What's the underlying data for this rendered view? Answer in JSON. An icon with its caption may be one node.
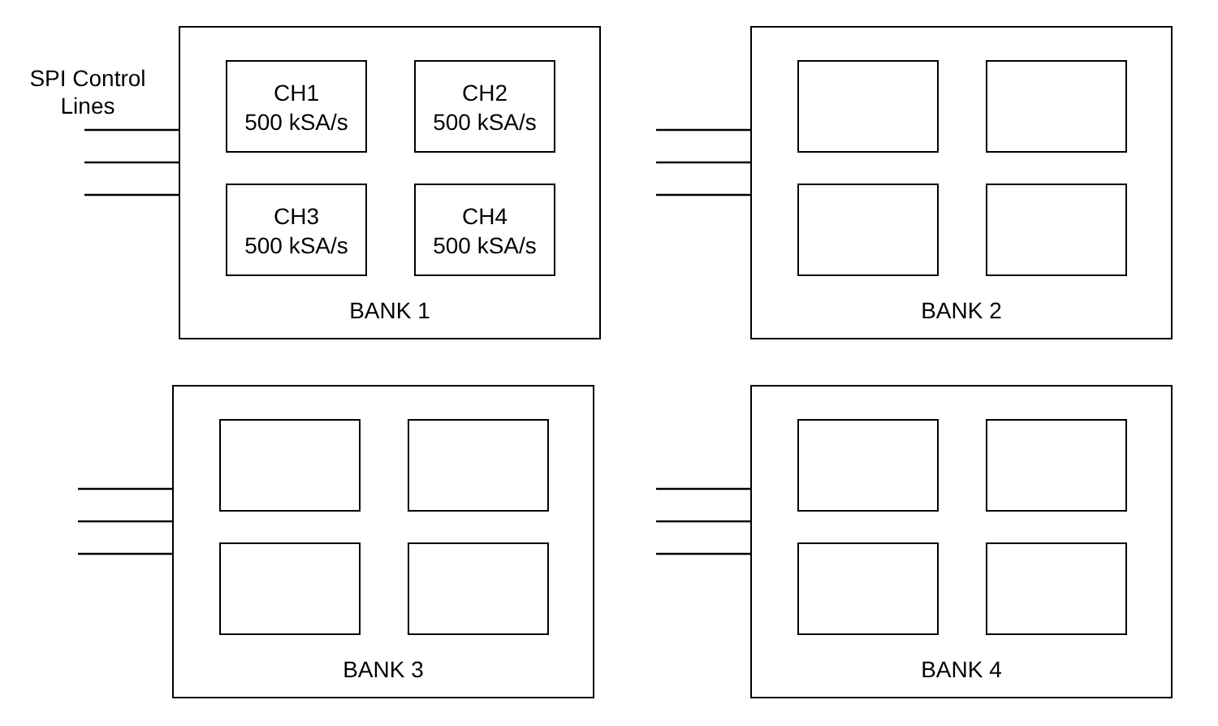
{
  "diagram": {
    "nodes": [
      {
        "text": [
          "BANK 1"
        ]
      },
      {
        "text": [
          "CH1",
          "500 kSA/s"
        ],
        "in": 0
      },
      {
        "text": [
          "CH2",
          "500 kSA/s"
        ],
        "in": 0
      },
      {
        "text": [
          "CH3",
          "500 kSA/s"
        ],
        "in": 0
      },
      {
        "text": [
          "CH4",
          "500 kSA/s"
        ],
        "in": 0
      },
      {
        "text": [
          "BANK 2"
        ]
      },
      {
        "text": [],
        "shape": "box",
        "in": 5
      },
      {
        "text": [],
        "shape": "box",
        "in": 5
      },
      {
        "text": [],
        "shape": "box",
        "in": 5
      },
      {
        "text": [],
        "shape": "box",
        "in": 5
      },
      {
        "text": [
          "BANK 3"
        ]
      },
      {
        "text": [],
        "shape": "box",
        "in": 10
      },
      {
        "text": [],
        "shape": "box",
        "in": 10
      },
      {
        "text": [],
        "shape": "box",
        "in": 10
      },
      {
        "text": [],
        "shape": "box",
        "in": 10
      },
      {
        "text": [
          "BANK 4"
        ]
      },
      {
        "text": [],
        "shape": "box",
        "in": 15
      },
      {
        "text": [],
        "shape": "box",
        "in": 15
      },
      {
        "text": [],
        "shape": "box",
        "in": 15
      },
      {
        "text": [],
        "shape": "box",
        "in": 15
      }
    ],
    "edges": [
      {
        "from": null,
        "to": 0,
        "arrow": "none"
      },
      {
        "from": null,
        "to": 0,
        "arrow": "none"
      },
      {
        "from": null,
        "to": 0,
        "arrow": "none"
      },
      {
        "from": null,
        "to": 5,
        "arrow": "none"
      },
      {
        "from": null,
        "to": 5,
        "arrow": "none"
      },
      {
        "from": null,
        "to": 5,
        "arrow": "none"
      },
      {
        "from": null,
        "to": 10,
        "arrow": "none"
      },
      {
        "from": null,
        "to": 10,
        "arrow": "none"
      },
      {
        "from": null,
        "to": 10,
        "arrow": "none"
      },
      {
        "from": null,
        "to": 15,
        "arrow": "none"
      },
      {
        "from": null,
        "to": 15,
        "arrow": "none"
      },
      {
        "from": null,
        "to": 15,
        "arrow": "none"
      }
    ],
    "labels": [
      "SPI Control Lines"
    ]
  }
}
